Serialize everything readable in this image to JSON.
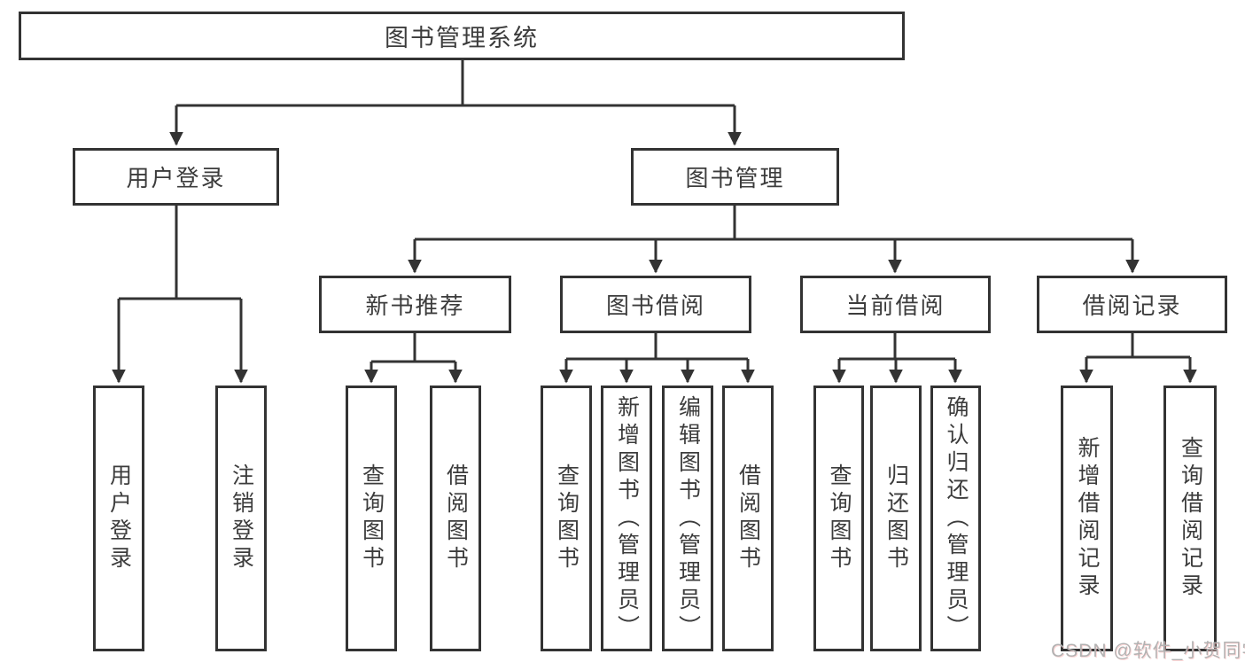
{
  "diagram": {
    "nodes": {
      "root": "图书管理系统",
      "login": "用户登录",
      "mgmt": "图书管理",
      "rec": "新书推荐",
      "borrow": "图书借阅",
      "current": "当前借阅",
      "records": "借阅记录",
      "leaf_user_login": "用户登录",
      "leaf_logout": "注销登录",
      "leaf_rec_query": "查询图书",
      "leaf_rec_borrow": "借阅图书",
      "leaf_b_query": "查询图书",
      "leaf_b_add": "新增图书（管理员）",
      "leaf_b_edit": "编辑图书（管理员）",
      "leaf_b_borrow": "借阅图书",
      "leaf_c_query": "查询图书",
      "leaf_c_return": "归还图书",
      "leaf_c_confirm": "确认归还（管理员）",
      "leaf_r_add": "新增借阅记录",
      "leaf_r_query": "查询借阅记录"
    },
    "line_color": "#333333"
  },
  "watermark": "CSDN @软件_小贺同学"
}
